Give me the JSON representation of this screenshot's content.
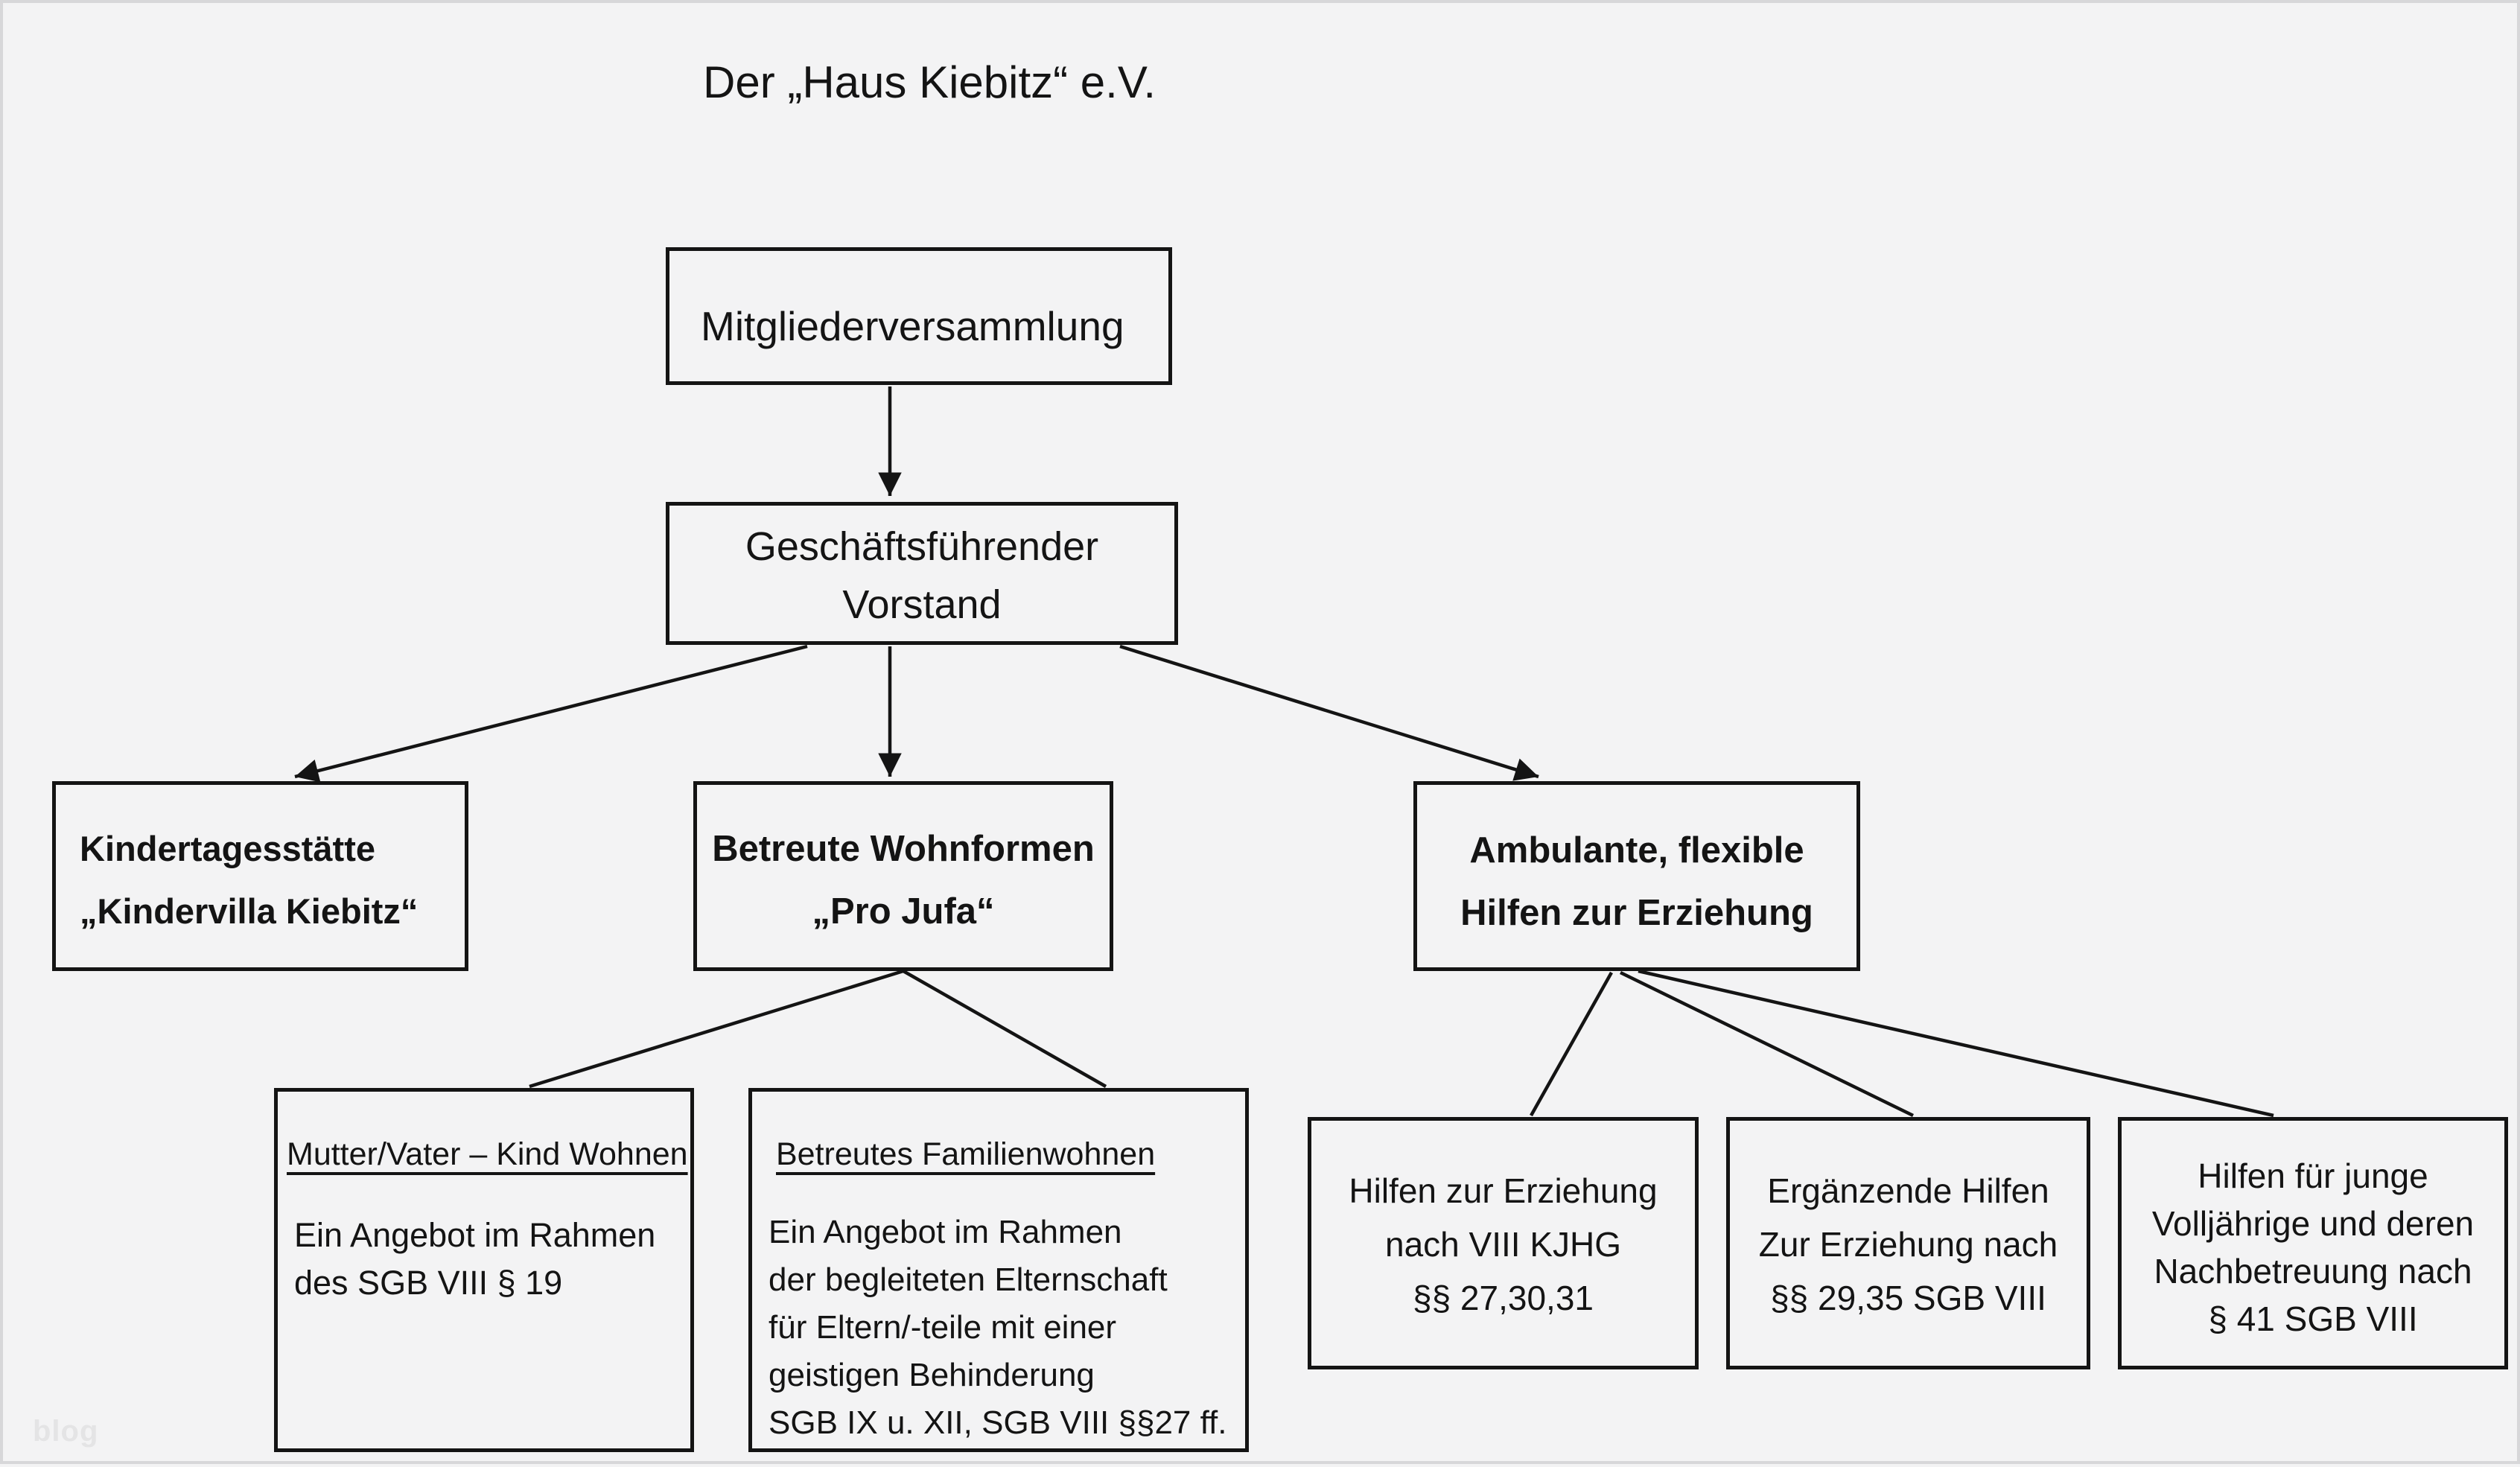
{
  "page": {
    "title": "Der „Haus Kiebitz“ e.V.",
    "watermark": "blog"
  },
  "colors": {
    "background": "#f3f3f4",
    "line": "#141414",
    "text": "#141414",
    "watermark": "#e4e4e5"
  },
  "org": {
    "root": {
      "label": "Mitgliederversammlung"
    },
    "board": {
      "lines": [
        "Geschäftsführender",
        "Vorstand"
      ]
    },
    "kita": {
      "lines": [
        "Kindertagesstätte",
        "„Kindervilla Kiebitz“"
      ]
    },
    "wohnformen": {
      "lines": [
        "Betreute Wohnformen",
        "„Pro Jufa“"
      ]
    },
    "ambulant": {
      "lines": [
        "Ambulante, flexible",
        "Hilfen zur Erziehung"
      ]
    },
    "mutterkind": {
      "heading": "Mutter/Vater – Kind Wohnen",
      "body": [
        "Ein Angebot im Rahmen",
        "des SGB VIII § 19"
      ]
    },
    "familienwohnen": {
      "heading": "Betreutes Familienwohnen",
      "body": [
        "Ein Angebot im Rahmen",
        "der begleiteten Elternschaft",
        "für Eltern/-teile mit einer",
        "geistigen Behinderung",
        "SGB IX u. XII, SGB VIII §§27 ff."
      ]
    },
    "hze": {
      "lines": [
        "Hilfen zur Erziehung",
        "nach VIII KJHG",
        "§§ 27,30,31"
      ]
    },
    "ergaenzend": {
      "lines": [
        "Ergänzende Hilfen",
        "Zur Erziehung nach",
        "§§ 29,35 SGB VIII"
      ]
    },
    "volljaehrige": {
      "lines": [
        "Hilfen für junge",
        "Volljährige und deren",
        "Nachbetreuung nach",
        "§ 41 SGB VIII"
      ]
    }
  }
}
